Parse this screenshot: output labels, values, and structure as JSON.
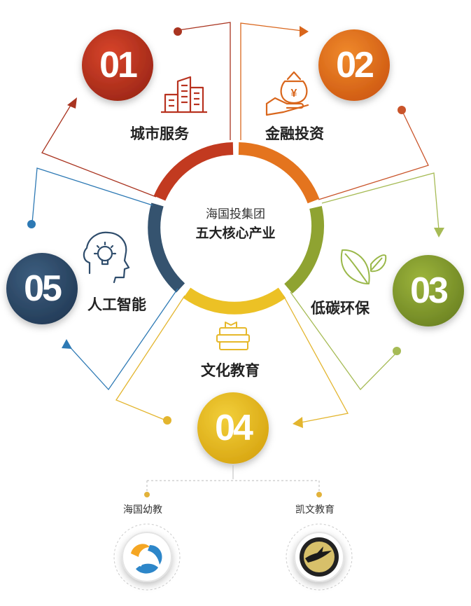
{
  "center": {
    "line1": "海国投集团",
    "line2": "五大核心产业"
  },
  "segments": [
    {
      "num": "01",
      "label": "城市服务",
      "icon": "building-icon",
      "color": "#b8321f"
    },
    {
      "num": "02",
      "label": "金融投资",
      "icon": "money-bag-icon",
      "color": "#e0701a"
    },
    {
      "num": "03",
      "label": "低碳环保",
      "icon": "leaf-icon",
      "color": "#8ea336"
    },
    {
      "num": "04",
      "label": "文化教育",
      "icon": "books-icon",
      "color": "#e9bd1c"
    },
    {
      "num": "05",
      "label": "人工智能",
      "icon": "ai-head-icon",
      "color": "#2f4d6c"
    }
  ],
  "sub_items": [
    {
      "label": "海国幼教",
      "icon": "haiguo-kindergarten-logo"
    },
    {
      "label": "凯文教育",
      "icon": "kaiwen-education-logo"
    }
  ]
}
